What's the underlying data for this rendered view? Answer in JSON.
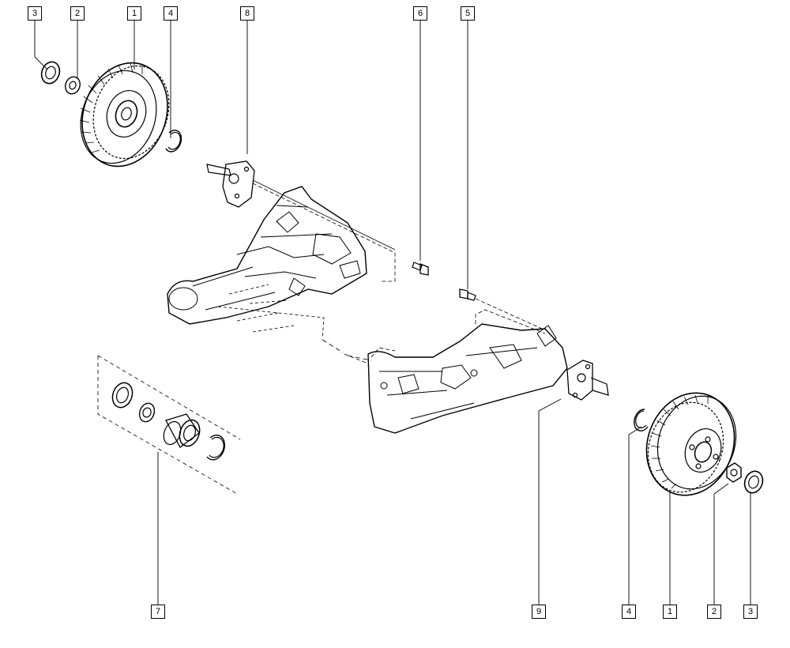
{
  "callouts": {
    "c3_top": "3",
    "c2_top": "2",
    "c1_top": "1",
    "c4_top": "4",
    "c8": "8",
    "c6": "6",
    "c5": "5",
    "c7": "7",
    "c9": "9",
    "c4_bottom": "4",
    "c1_bottom": "1",
    "c2_bottom": "2",
    "c3_bottom": "3"
  },
  "colors": {
    "line": "#000000",
    "background": "#ffffff"
  }
}
